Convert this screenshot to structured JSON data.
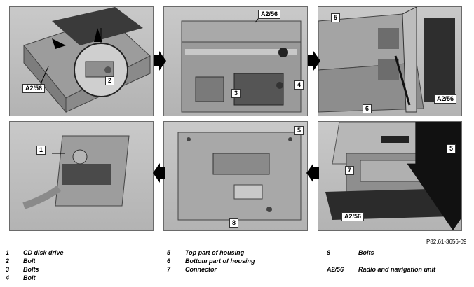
{
  "callouts": {
    "p1": [
      "2",
      "A2/56"
    ],
    "p2": [
      "A2/56",
      "3",
      "4"
    ],
    "p3": [
      "5",
      "A2/56",
      "6"
    ],
    "p4": [
      "5",
      "7",
      "A2/56"
    ],
    "p5": [
      "5",
      "8"
    ],
    "p6": [
      "1"
    ]
  },
  "figure_code": "P82.61-3656-09",
  "legend": [
    {
      "num": "1",
      "text": "CD disk drive"
    },
    {
      "num": "2",
      "text": "Bolt"
    },
    {
      "num": "3",
      "text": "Bolts"
    },
    {
      "num": "4",
      "text": "Bolt"
    },
    {
      "num": "5",
      "text": "Top part of housing"
    },
    {
      "num": "6",
      "text": "Bottom part of housing"
    },
    {
      "num": "7",
      "text": "Connector"
    },
    {
      "num": "8",
      "text": "Bolts"
    },
    {
      "num": "A2/56",
      "text": "Radio and navigation unit"
    }
  ],
  "colors": {
    "panel_bg": "#bdbdbd",
    "arrow": "#000000",
    "housing_bottom": "#2b2b2b"
  }
}
